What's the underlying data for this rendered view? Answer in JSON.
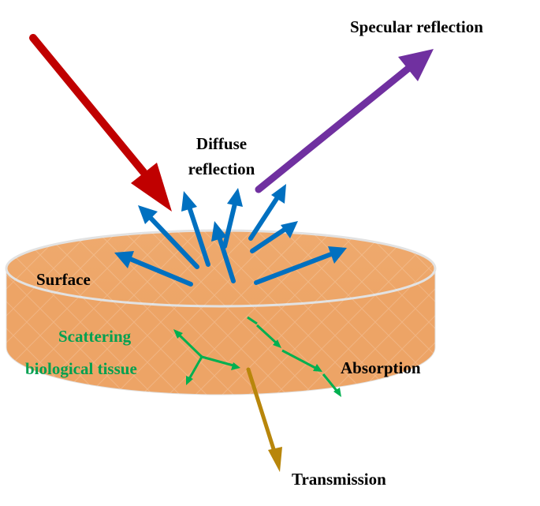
{
  "labels": {
    "specular_reflection": "Specular reflection",
    "diffuse_line1": "Diffuse",
    "diffuse_line2": "reflection",
    "surface": "Surface",
    "scattering_line1": "Scattering",
    "scattering_line2": "biological tissue",
    "absorption": "Absorption",
    "transmission": "Transmission"
  },
  "colors": {
    "tissue_fill": "#EFA86A",
    "tissue_top": "#F0A96C",
    "tissue_edge": "#E6E6E6",
    "incident_arrow": "#C00000",
    "specular_arrow": "#7030A0",
    "diffuse_arrows": "#0070C0",
    "scatter_arrows": "#00B050",
    "transmission_arrow": "#B8860B",
    "scatter_label": "#00A050",
    "text": "#000000"
  },
  "icons": [
    "incident-light-arrow",
    "specular-reflection-arrow",
    "diffuse-reflection-arrows",
    "scattering-arrows",
    "absorption-arrows",
    "transmission-arrow"
  ]
}
